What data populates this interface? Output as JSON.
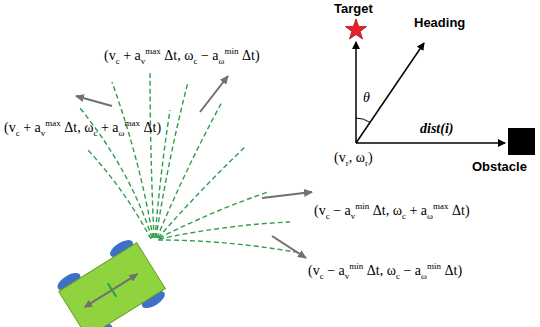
{
  "diagram": {
    "labels": [
      "Target",
      "Heading",
      "(vc + avmax Δt, ωc − aωmin Δt)",
      "θ",
      "dist(i)",
      "Obstacle",
      "(vr, ωr)",
      "(vc + avmax Δt, ωc + aωmax Δt)",
      "(vc − avmin Δt, ωc + aωmax Δt)",
      "(vc − avmin Δt, ωc − aωmin Δt)"
    ]
  }
}
